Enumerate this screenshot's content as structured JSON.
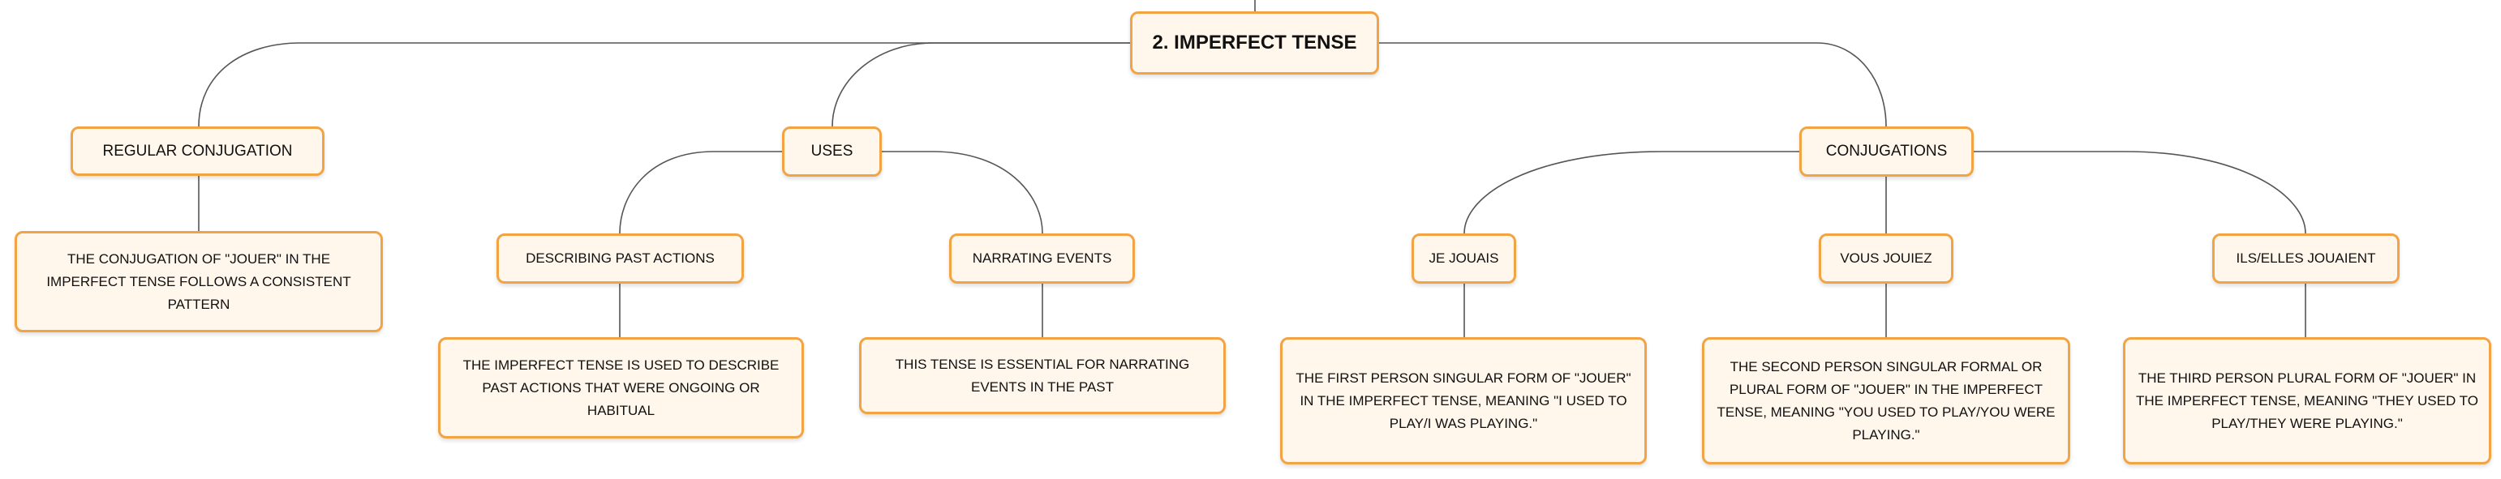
{
  "mindmap": {
    "root": {
      "label": "2. IMPERFECT TENSE"
    },
    "regular_conjugation": {
      "label": "REGULAR CONJUGATION",
      "detail": "THE CONJUGATION OF \"JOUER\" IN THE IMPERFECT TENSE FOLLOWS A CONSISTENT PATTERN"
    },
    "uses": {
      "label": "USES",
      "describing": {
        "label": "DESCRIBING PAST ACTIONS",
        "detail": "THE IMPERFECT TENSE IS USED TO DESCRIBE PAST ACTIONS THAT WERE ONGOING OR HABITUAL"
      },
      "narrating": {
        "label": "NARRATING EVENTS",
        "detail": "THIS TENSE IS ESSENTIAL FOR NARRATING EVENTS IN THE PAST"
      }
    },
    "conjugations": {
      "label": "CONJUGATIONS",
      "je": {
        "label": "JE JOUAIS",
        "detail": "THE FIRST PERSON SINGULAR FORM OF \"JOUER\" IN THE IMPERFECT TENSE, MEANING \"I USED TO PLAY/I WAS PLAYING.\""
      },
      "vous": {
        "label": "VOUS JOUIEZ",
        "detail": "THE SECOND PERSON SINGULAR FORMAL OR PLURAL FORM OF \"JOUER\" IN THE IMPERFECT TENSE, MEANING \"YOU USED TO PLAY/YOU WERE PLAYING.\""
      },
      "ils": {
        "label": "ILS/ELLES JOUAIENT",
        "detail": "THE THIRD PERSON PLURAL FORM OF \"JOUER\" IN THE IMPERFECT TENSE, MEANING \"THEY USED TO PLAY/THEY WERE PLAYING.\""
      }
    }
  },
  "colors": {
    "node_fill": "#fff6ec",
    "node_border": "#f2a444",
    "edge": "#555555"
  }
}
